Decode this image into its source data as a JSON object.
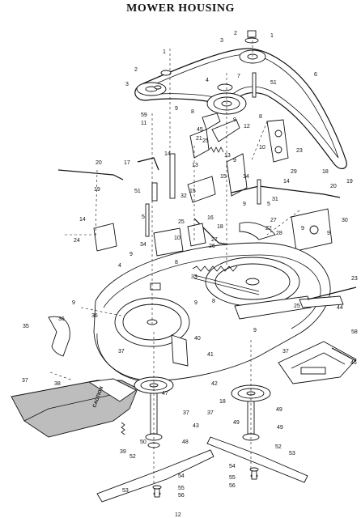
{
  "title": "MOWER HOUSING",
  "page_number": "12",
  "caution_label": "CAUTION",
  "callouts": [
    {
      "id": "c1a",
      "text": "1"
    },
    {
      "id": "c1b",
      "text": "1"
    },
    {
      "id": "c2a",
      "text": "2"
    },
    {
      "id": "c2b",
      "text": "2"
    },
    {
      "id": "c3a",
      "text": "3"
    },
    {
      "id": "c3b",
      "text": "3"
    },
    {
      "id": "c4a",
      "text": "4"
    },
    {
      "id": "c4b",
      "text": "4"
    },
    {
      "id": "c5a",
      "text": "5"
    },
    {
      "id": "c5b",
      "text": "5"
    },
    {
      "id": "c6",
      "text": "6"
    },
    {
      "id": "c7",
      "text": "7"
    },
    {
      "id": "c8a",
      "text": "8"
    },
    {
      "id": "c8b",
      "text": "8"
    },
    {
      "id": "c8c",
      "text": "8"
    },
    {
      "id": "c8d",
      "text": "8"
    },
    {
      "id": "c9a",
      "text": "9"
    },
    {
      "id": "c9b",
      "text": "9"
    },
    {
      "id": "c9c",
      "text": "9"
    },
    {
      "id": "c9d",
      "text": "9"
    },
    {
      "id": "c9e",
      "text": "9"
    },
    {
      "id": "c9f",
      "text": "9"
    },
    {
      "id": "c9g",
      "text": "9"
    },
    {
      "id": "c9h",
      "text": "9"
    },
    {
      "id": "c9i",
      "text": "9"
    },
    {
      "id": "c9j",
      "text": "9"
    },
    {
      "id": "c10a",
      "text": "10"
    },
    {
      "id": "c10b",
      "text": "10"
    },
    {
      "id": "c11",
      "text": "11"
    },
    {
      "id": "c12",
      "text": "12"
    },
    {
      "id": "c13a",
      "text": "13"
    },
    {
      "id": "c13b",
      "text": "13"
    },
    {
      "id": "c14a",
      "text": "14"
    },
    {
      "id": "c14b",
      "text": "14"
    },
    {
      "id": "c14c",
      "text": "14"
    },
    {
      "id": "c14d",
      "text": "14"
    },
    {
      "id": "c15a",
      "text": "15"
    },
    {
      "id": "c15b",
      "text": "15"
    },
    {
      "id": "c16",
      "text": "16"
    },
    {
      "id": "c17",
      "text": "17"
    },
    {
      "id": "c18a",
      "text": "18"
    },
    {
      "id": "c18b",
      "text": "18"
    },
    {
      "id": "c18c",
      "text": "18"
    },
    {
      "id": "c19a",
      "text": "19"
    },
    {
      "id": "c19b",
      "text": "19"
    },
    {
      "id": "c20a",
      "text": "20"
    },
    {
      "id": "c20b",
      "text": "20"
    },
    {
      "id": "c21",
      "text": "21"
    },
    {
      "id": "c22",
      "text": "22"
    },
    {
      "id": "c23a",
      "text": "23"
    },
    {
      "id": "c23b",
      "text": "23"
    },
    {
      "id": "c24",
      "text": "24"
    },
    {
      "id": "c25a",
      "text": "25"
    },
    {
      "id": "c25b",
      "text": "25"
    },
    {
      "id": "c25c",
      "text": "25"
    },
    {
      "id": "c26",
      "text": "26"
    },
    {
      "id": "c27a",
      "text": "27"
    },
    {
      "id": "c27b",
      "text": "27"
    },
    {
      "id": "c28",
      "text": "28"
    },
    {
      "id": "c29",
      "text": "29"
    },
    {
      "id": "c30",
      "text": "30"
    },
    {
      "id": "c31",
      "text": "31"
    },
    {
      "id": "c32",
      "text": "32"
    },
    {
      "id": "c33",
      "text": "33"
    },
    {
      "id": "c34",
      "text": "34"
    },
    {
      "id": "c35",
      "text": "35"
    },
    {
      "id": "c36a",
      "text": "36"
    },
    {
      "id": "c36b",
      "text": "36"
    },
    {
      "id": "c37a",
      "text": "37"
    },
    {
      "id": "c37b",
      "text": "37"
    },
    {
      "id": "c37c",
      "text": "37"
    },
    {
      "id": "c37d",
      "text": "37"
    },
    {
      "id": "c37e",
      "text": "37"
    },
    {
      "id": "c38",
      "text": "38"
    },
    {
      "id": "c39",
      "text": "39"
    },
    {
      "id": "c40",
      "text": "40"
    },
    {
      "id": "c41",
      "text": "41"
    },
    {
      "id": "c42",
      "text": "42"
    },
    {
      "id": "c43",
      "text": "43"
    },
    {
      "id": "c44",
      "text": "44"
    },
    {
      "id": "c45",
      "text": "45"
    },
    {
      "id": "c46",
      "text": "46"
    },
    {
      "id": "c47",
      "text": "47"
    },
    {
      "id": "c48",
      "text": "48"
    },
    {
      "id": "c49a",
      "text": "49"
    },
    {
      "id": "c49b",
      "text": "49"
    },
    {
      "id": "c49c",
      "text": "49"
    },
    {
      "id": "c50",
      "text": "50"
    },
    {
      "id": "c51a",
      "text": "51"
    },
    {
      "id": "c51b",
      "text": "51"
    },
    {
      "id": "c52a",
      "text": "52"
    },
    {
      "id": "c52b",
      "text": "52"
    },
    {
      "id": "c53a",
      "text": "53"
    },
    {
      "id": "c53b",
      "text": "53"
    },
    {
      "id": "c54a",
      "text": "54"
    },
    {
      "id": "c54b",
      "text": "54"
    },
    {
      "id": "c55a",
      "text": "55"
    },
    {
      "id": "c55b",
      "text": "55"
    },
    {
      "id": "c56a",
      "text": "56"
    },
    {
      "id": "c56b",
      "text": "56"
    },
    {
      "id": "c58",
      "text": "58"
    },
    {
      "id": "c59",
      "text": "59"
    }
  ]
}
